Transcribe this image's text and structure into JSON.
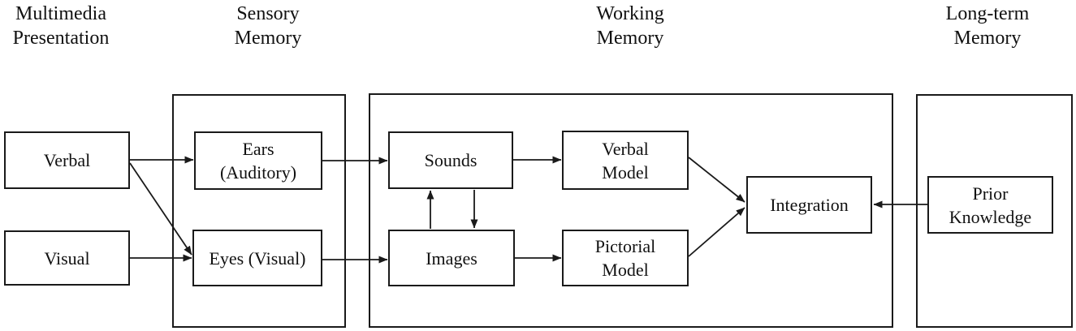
{
  "diagram": {
    "colors": {
      "line": "#1a1a1a",
      "text": "#111111",
      "background": "#ffffff"
    },
    "column_headers": {
      "multimedia_presentation": {
        "lines": [
          "Multimedia",
          "Presentation"
        ]
      },
      "sensory_memory": {
        "lines": [
          "Sensory",
          "Memory"
        ]
      },
      "working_memory": {
        "lines": [
          "Working",
          "Memory"
        ]
      },
      "long_term_memory": {
        "lines": [
          "Long-term",
          "Memory"
        ]
      }
    },
    "nodes": {
      "verbal": {
        "lines": [
          "Verbal"
        ]
      },
      "visual": {
        "lines": [
          "Visual"
        ]
      },
      "ears": {
        "lines": [
          "Ears",
          "(Auditory)"
        ]
      },
      "eyes": {
        "lines": [
          "Eyes (Visual)"
        ]
      },
      "sounds": {
        "lines": [
          "Sounds"
        ]
      },
      "images": {
        "lines": [
          "Images"
        ]
      },
      "verbal_model": {
        "lines": [
          "Verbal",
          "Model"
        ]
      },
      "pictorial_model": {
        "lines": [
          "Pictorial",
          "Model"
        ]
      },
      "integration": {
        "lines": [
          "Integration"
        ]
      },
      "prior_knowledge": {
        "lines": [
          "Prior",
          "Knowledge"
        ]
      }
    },
    "edges": [
      {
        "id": "arrow-verbal-to-ears",
        "from": "verbal",
        "to": "ears",
        "points": [
          [
            160,
            197
          ],
          [
            238,
            197
          ]
        ]
      },
      {
        "id": "arrow-verbal-to-eyes",
        "from": "verbal",
        "to": "eyes",
        "points": [
          [
            160,
            201
          ],
          [
            236,
            314
          ]
        ]
      },
      {
        "id": "arrow-visual-to-eyes",
        "from": "visual",
        "to": "eyes",
        "points": [
          [
            160,
            318
          ],
          [
            236,
            318
          ]
        ]
      },
      {
        "id": "arrow-ears-to-sounds",
        "from": "ears",
        "to": "sounds",
        "points": [
          [
            397,
            198
          ],
          [
            477,
            198
          ]
        ]
      },
      {
        "id": "arrow-eyes-to-images",
        "from": "eyes",
        "to": "images",
        "points": [
          [
            397,
            320
          ],
          [
            477,
            320
          ]
        ]
      },
      {
        "id": "arrow-images-to-sounds",
        "from": "images",
        "to": "sounds",
        "points": [
          [
            530,
            282
          ],
          [
            530,
            235
          ]
        ]
      },
      {
        "id": "arrow-sounds-to-images",
        "from": "sounds",
        "to": "images",
        "points": [
          [
            584,
            234
          ],
          [
            584,
            281
          ]
        ]
      },
      {
        "id": "arrow-sounds-to-verbal-model",
        "from": "sounds",
        "to": "verbal_model",
        "points": [
          [
            632,
            197
          ],
          [
            691,
            197
          ]
        ]
      },
      {
        "id": "arrow-images-to-pictorial-model",
        "from": "images",
        "to": "pictorial_model",
        "points": [
          [
            634,
            318
          ],
          [
            691,
            318
          ]
        ]
      },
      {
        "id": "arrow-verbal-model-to-integration",
        "from": "verbal_model",
        "to": "integration",
        "points": [
          [
            848,
            194
          ],
          [
            917,
            249
          ]
        ]
      },
      {
        "id": "arrow-pictorial-model-to-integration",
        "from": "pictorial_model",
        "to": "integration",
        "points": [
          [
            848,
            316
          ],
          [
            917,
            256
          ]
        ]
      },
      {
        "id": "arrow-prior-knowledge-to-integration",
        "from": "prior_knowledge",
        "to": "integration",
        "points": [
          [
            1142,
            252
          ],
          [
            1076,
            252
          ]
        ]
      }
    ]
  }
}
